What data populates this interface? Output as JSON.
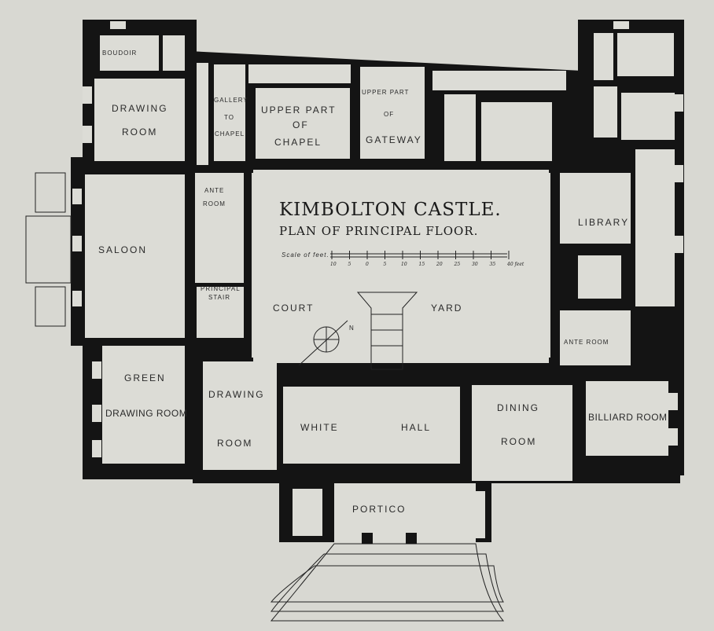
{
  "title": "KIMBOLTON CASTLE.",
  "subtitle": "PLAN OF PRINCIPAL FLOOR.",
  "scale": {
    "label": "Scale of feet.",
    "ticks": [
      "10",
      "5",
      "0",
      "5",
      "10",
      "15",
      "20",
      "25",
      "30",
      "35",
      "40 feet"
    ]
  },
  "rooms": {
    "boudoir": "BOUDOIR",
    "drawing_room_1": [
      "DRAWING",
      "ROOM"
    ],
    "gallery": [
      "GALLERY",
      "TO",
      "CHAPEL"
    ],
    "chapel": [
      "UPPER   PART",
      "OF",
      "CHAPEL"
    ],
    "gateway": [
      "UPPER  PART",
      "OF",
      "GATEWAY"
    ],
    "ante_room_1": [
      "ANTE",
      "ROOM"
    ],
    "saloon": "SALOON",
    "stair": [
      "PRINCIPAL",
      "STAIR"
    ],
    "court_yard": [
      "COURT",
      "YARD"
    ],
    "library": "LIBRARY",
    "ante_room_2": "ANTE ROOM",
    "green_drawing_room": [
      "GREEN",
      "DRAWING ROOM"
    ],
    "drawing_room_2": [
      "DRAWING",
      "ROOM"
    ],
    "white_hall": [
      "WHITE",
      "HALL"
    ],
    "dining_room": [
      "DINING",
      "ROOM"
    ],
    "billiard_room": "BILLIARD ROOM",
    "portico": "PORTICO"
  },
  "compass": {
    "north_label": "N"
  }
}
